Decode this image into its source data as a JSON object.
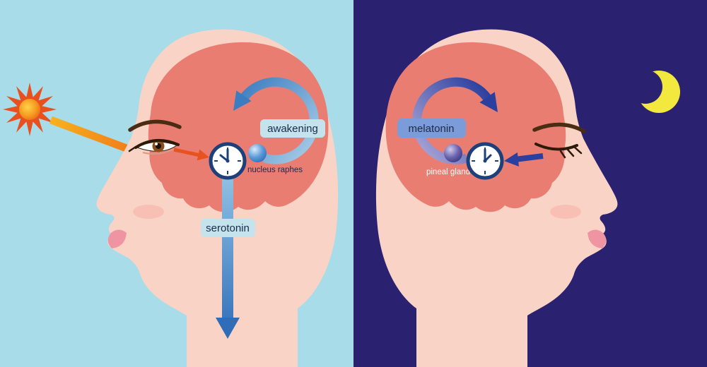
{
  "day": {
    "awakening_label": "awakening",
    "nucleus_raphes_label": "nucleus raphes",
    "serotonin_label": "serotonin"
  },
  "night": {
    "melatonin_label": "melatonin",
    "pineal_gland_label": "pineal gland"
  },
  "icons": {
    "sun": "sun-icon",
    "moon": "moon-icon",
    "clock_day": "clock-icon",
    "clock_night": "clock-icon",
    "loop_day": "circular-arrow-icon",
    "loop_night": "circular-arrow-icon"
  },
  "colors": {
    "day_bg": "#a7dce8",
    "night_bg": "#2b2171",
    "skin": "#f9d4c6",
    "brain": "#e97d72",
    "lip": "#ef94a2",
    "label_bg_day": "#c4e3ed",
    "label_bg_night": "#7b9cd9",
    "label_text": "#1d2a4a",
    "loop_day": "#3c7cc0",
    "loop_night": "#2b3f9e",
    "serotonin_arrow": "#3c7cc0",
    "melatonin_arrow": "#2b3f9e",
    "sun_rays": "#e8501f",
    "sun_arrow": "#f58220",
    "moon": "#f2e83e",
    "clock_ring": "#1d3f7a"
  }
}
